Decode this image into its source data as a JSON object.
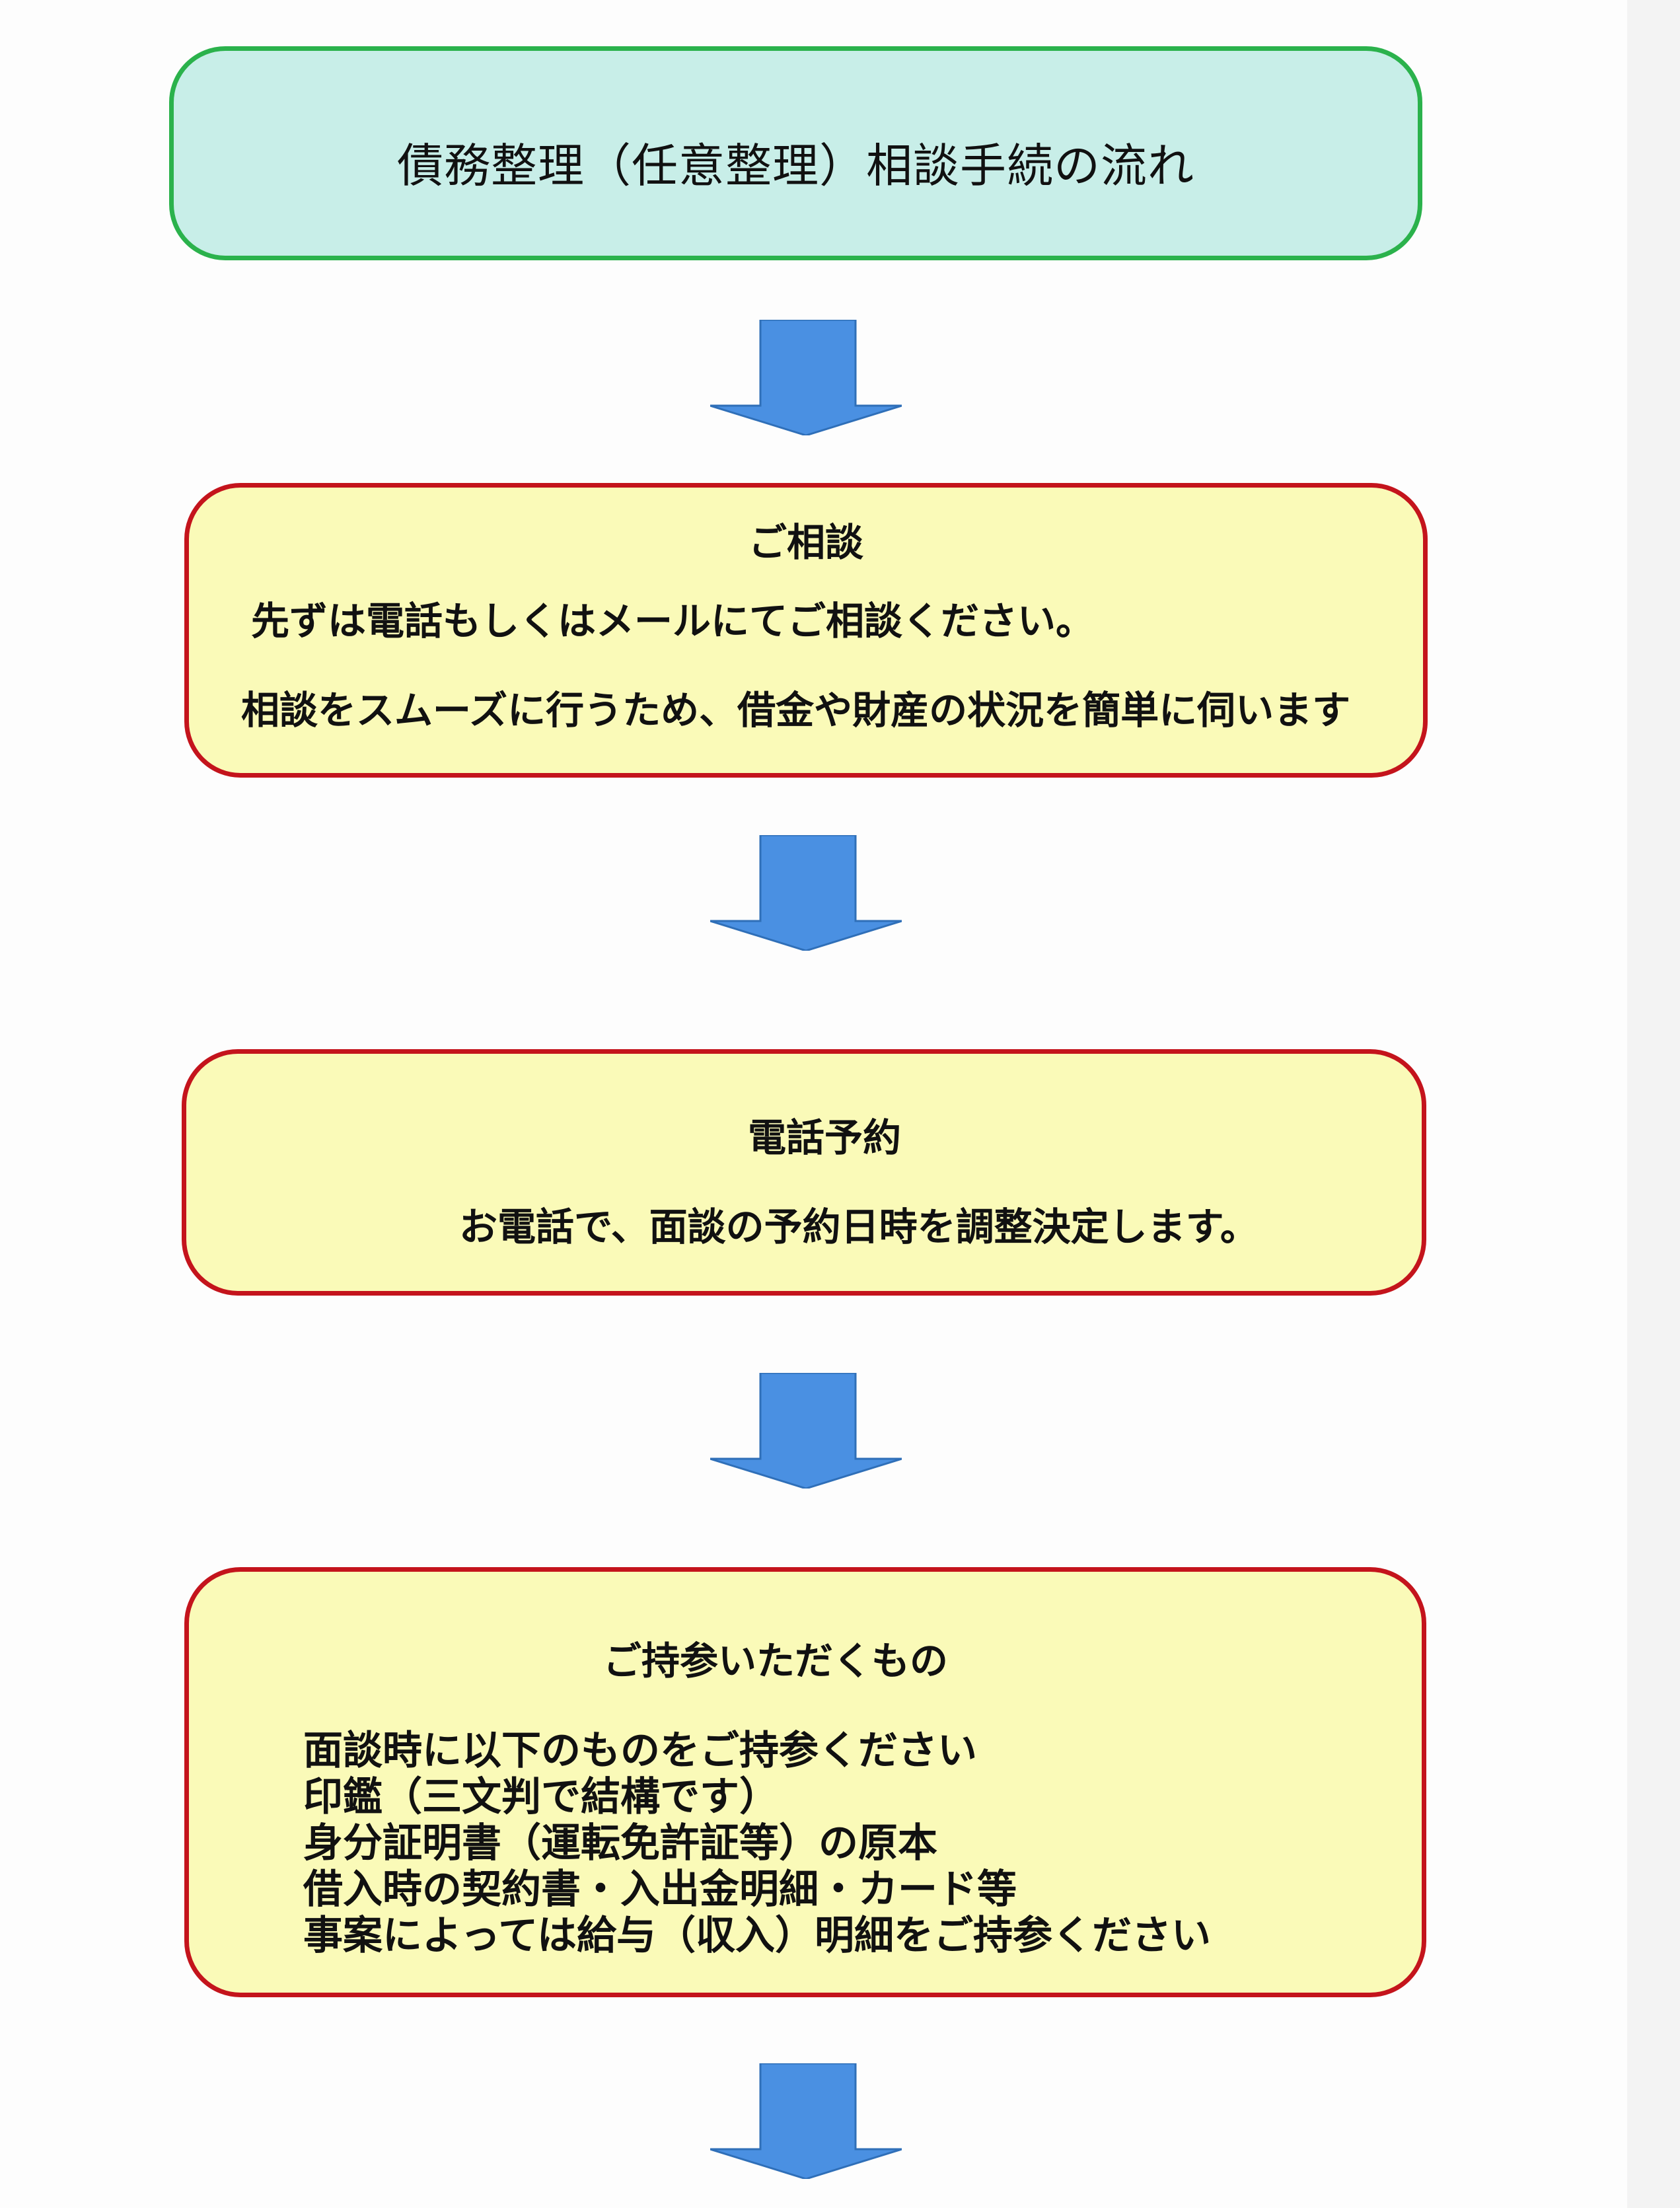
{
  "title": "債務整理（任意整理）相談手続の流れ",
  "steps": [
    {
      "heading": "ご相談",
      "lines": [
        "先ずは電話もしくはメールにてご相談ください。",
        "相談をスムーズに行うため、借金や財産の状況を簡単に伺います"
      ]
    },
    {
      "heading": "電話予約",
      "lines": [
        "お電話で、面談の予約日時を調整決定します。"
      ]
    },
    {
      "heading": "ご持参いただくもの",
      "lines": [
        "面談時に以下のものをご持参ください",
        "印鑑（三文判で結構です）",
        "身分証明書（運転免許証等）の原本",
        "借入時の契約書・入出金明細・カード等",
        "事案によっては給与（収入）明細をご持参ください"
      ]
    }
  ],
  "colors": {
    "title_fill": "#c8eee8",
    "title_border": "#2bb24c",
    "step_fill": "#fafab8",
    "step_border": "#c4141c",
    "arrow": "#4a90e2"
  }
}
